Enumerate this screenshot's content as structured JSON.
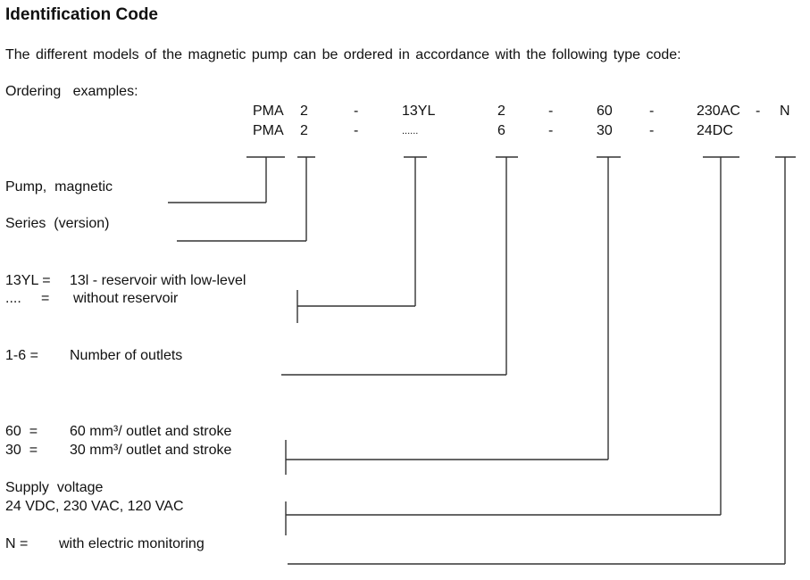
{
  "title": "Identification Code",
  "intro": "The different models of the magnetic pump can be ordered in accordance with the following type code:",
  "ordering_label": "Ordering   examples:",
  "example1": [
    "PMA",
    "2",
    "-",
    "13YL",
    "2",
    "-",
    "60",
    "-",
    "230AC",
    "-",
    "N"
  ],
  "example2": [
    "PMA",
    "2",
    "-",
    "......",
    "6",
    "-",
    "30",
    "-",
    "24DC"
  ],
  "legend": {
    "pump": "Pump,  magnetic",
    "series": "Series  (version)",
    "res1_key": "13YL =",
    "res1_val": "13l - reservoir with low-level",
    "res2_key": "....     =",
    "res2_val": "without reservoir",
    "outlets_key": "1-6 =",
    "outlets_val": "Number of outlets",
    "vol1_key": "60  =",
    "vol1_val": "60 mm³/ outlet and stroke",
    "vol2_key": "30  =",
    "vol2_val": "30 mm³/ outlet and stroke",
    "supply1": "Supply  voltage",
    "supply2": "24 VDC, 230 VAC, 120 VAC",
    "mon_key": "N =",
    "mon_val": "with electric monitoring"
  }
}
